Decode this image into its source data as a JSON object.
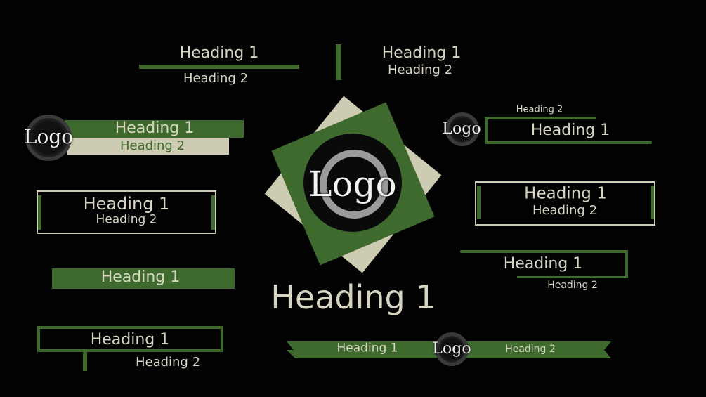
{
  "colors": {
    "green": "#3e6b2d",
    "beige": "#cdcbb2",
    "text": "#d8d6c2",
    "background": "#020202"
  },
  "logo_text": "Logo",
  "templates": [
    {
      "h1": "Heading 1",
      "h2": "Heading 2"
    },
    {
      "h1": "Heading 1",
      "h2": "Heading 2"
    },
    {
      "h1": "Heading 1",
      "h2": "Heading 2"
    },
    {
      "h1": "Heading 1",
      "h2": "Heading 2"
    },
    {
      "h1": "Heading 1"
    },
    {
      "h1": "Heading 1",
      "h2": "Heading 2"
    },
    {
      "h1": "Heading 1"
    },
    {
      "h1": "Heading 1",
      "h2": "Heading 2"
    },
    {
      "h1": "Heading 1",
      "h2": "Heading 2"
    },
    {
      "h1": "Heading 1",
      "h2": "Heading 2"
    },
    {
      "h1": "Heading 1",
      "h2": "Heading 2"
    }
  ]
}
